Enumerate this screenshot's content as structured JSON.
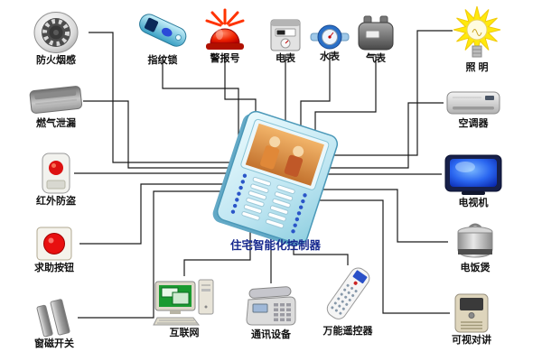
{
  "diagram": {
    "controller_label": "住宅智能化控制器",
    "nodes": [
      {
        "id": "smoke-detector",
        "label": "防火烟感",
        "icon": "smoke-detector-icon"
      },
      {
        "id": "fingerprint-lock",
        "label": "指纹锁",
        "icon": "fingerprint-lock-icon"
      },
      {
        "id": "alarm-siren",
        "label": "警报号",
        "icon": "alarm-siren-icon"
      },
      {
        "id": "electric-meter",
        "label": "电表",
        "icon": "electric-meter-icon"
      },
      {
        "id": "water-meter",
        "label": "水表",
        "icon": "water-meter-icon"
      },
      {
        "id": "gas-meter",
        "label": "气表",
        "icon": "gas-meter-icon"
      },
      {
        "id": "lighting",
        "label": "照 明",
        "icon": "light-bulb-icon"
      },
      {
        "id": "gas-leak-sensor",
        "label": "燃气泄漏",
        "icon": "gas-leak-sensor-icon"
      },
      {
        "id": "air-conditioner",
        "label": "空调器",
        "icon": "air-conditioner-icon"
      },
      {
        "id": "infrared-sensor",
        "label": "红外防盗",
        "icon": "infrared-sensor-icon"
      },
      {
        "id": "television",
        "label": "电视机",
        "icon": "television-icon"
      },
      {
        "id": "help-button",
        "label": "求助按钮",
        "icon": "help-button-icon"
      },
      {
        "id": "rice-cooker",
        "label": "电饭煲",
        "icon": "rice-cooker-icon"
      },
      {
        "id": "window-switch",
        "label": "窗磁开关",
        "icon": "window-magnet-icon"
      },
      {
        "id": "video-intercom",
        "label": "可视对讲",
        "icon": "video-intercom-icon"
      },
      {
        "id": "internet",
        "label": "互联网",
        "icon": "computer-icon"
      },
      {
        "id": "comm-device",
        "label": "通讯设备",
        "icon": "telephone-icon"
      },
      {
        "id": "remote-control",
        "label": "万能遥控器",
        "icon": "remote-control-icon"
      }
    ],
    "colors": {
      "line": "#1a1a1a",
      "label_text": "#111111",
      "controller_label_text": "#16288e",
      "controller_body": "#bfe6f2",
      "alarm_red": "#e01000",
      "bulb_yellow": "#ffe800",
      "tv_screen_blue": "#1a5ae8",
      "intercom_beige": "#ded5bc"
    }
  }
}
